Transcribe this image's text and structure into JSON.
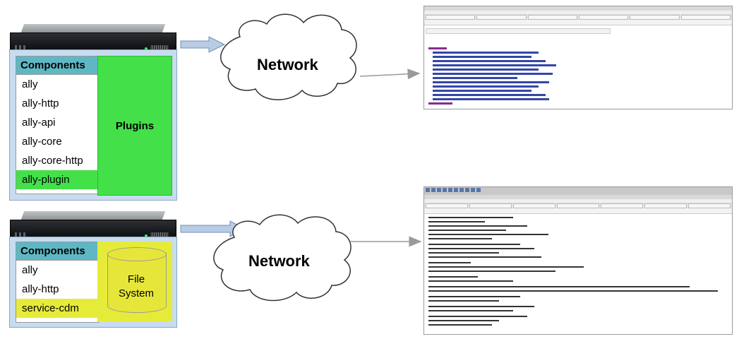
{
  "top_server": {
    "components_header": "Components",
    "components": [
      "ally",
      "ally-http",
      "ally-api",
      "ally-core",
      "ally-core-http",
      "ally-plugin"
    ],
    "highlighted": "ally-plugin",
    "plugins_label": "Plugins"
  },
  "bottom_server": {
    "components_header": "Components",
    "components": [
      "ally",
      "ally-http",
      "service-cdm"
    ],
    "highlighted": "service-cdm",
    "file_system_label_1": "File",
    "file_system_label_2": "System"
  },
  "network_top": "Network",
  "network_bottom": "Network",
  "colors": {
    "panel": "#c8dcf0",
    "header": "#5fb7c4",
    "green": "#44e04a",
    "yellow": "#e6eb3a",
    "arrow": "#b8cce4"
  }
}
